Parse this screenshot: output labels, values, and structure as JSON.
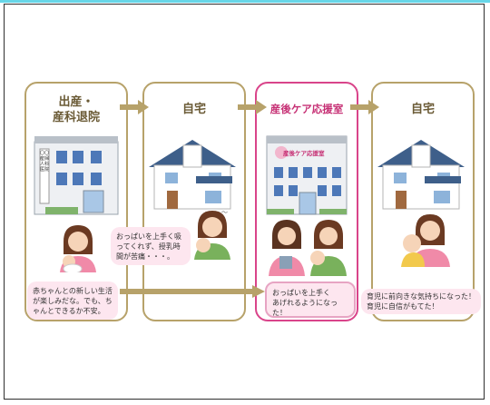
{
  "steps": [
    {
      "title_line1": "出産・",
      "title_line2": "産科退院"
    },
    {
      "title": "自宅"
    },
    {
      "title": "産後ケア応援室"
    },
    {
      "title": "自宅"
    }
  ],
  "clinic_sign": "〇〇産婦人科医院",
  "care_room_sign": "産後ケア応援室",
  "bubbles": {
    "discharge_worry": "赤ちゃんとの新しい生活が楽しみだな。でも、ちゃんとできるか不安。",
    "home_trouble": "おっぱいを上手く吸ってくれず、授乳時間が苦痛・・・。",
    "care_result": "おっぱいを上手く\nあげれるようになった！",
    "home_positive_1": "育児に前向きな気持ちになった！",
    "home_positive_2": "育児に自信がもてた！"
  },
  "colors": {
    "olive": "#b7a26a",
    "pink": "#d9448a",
    "bubble": "#fde6ef"
  }
}
